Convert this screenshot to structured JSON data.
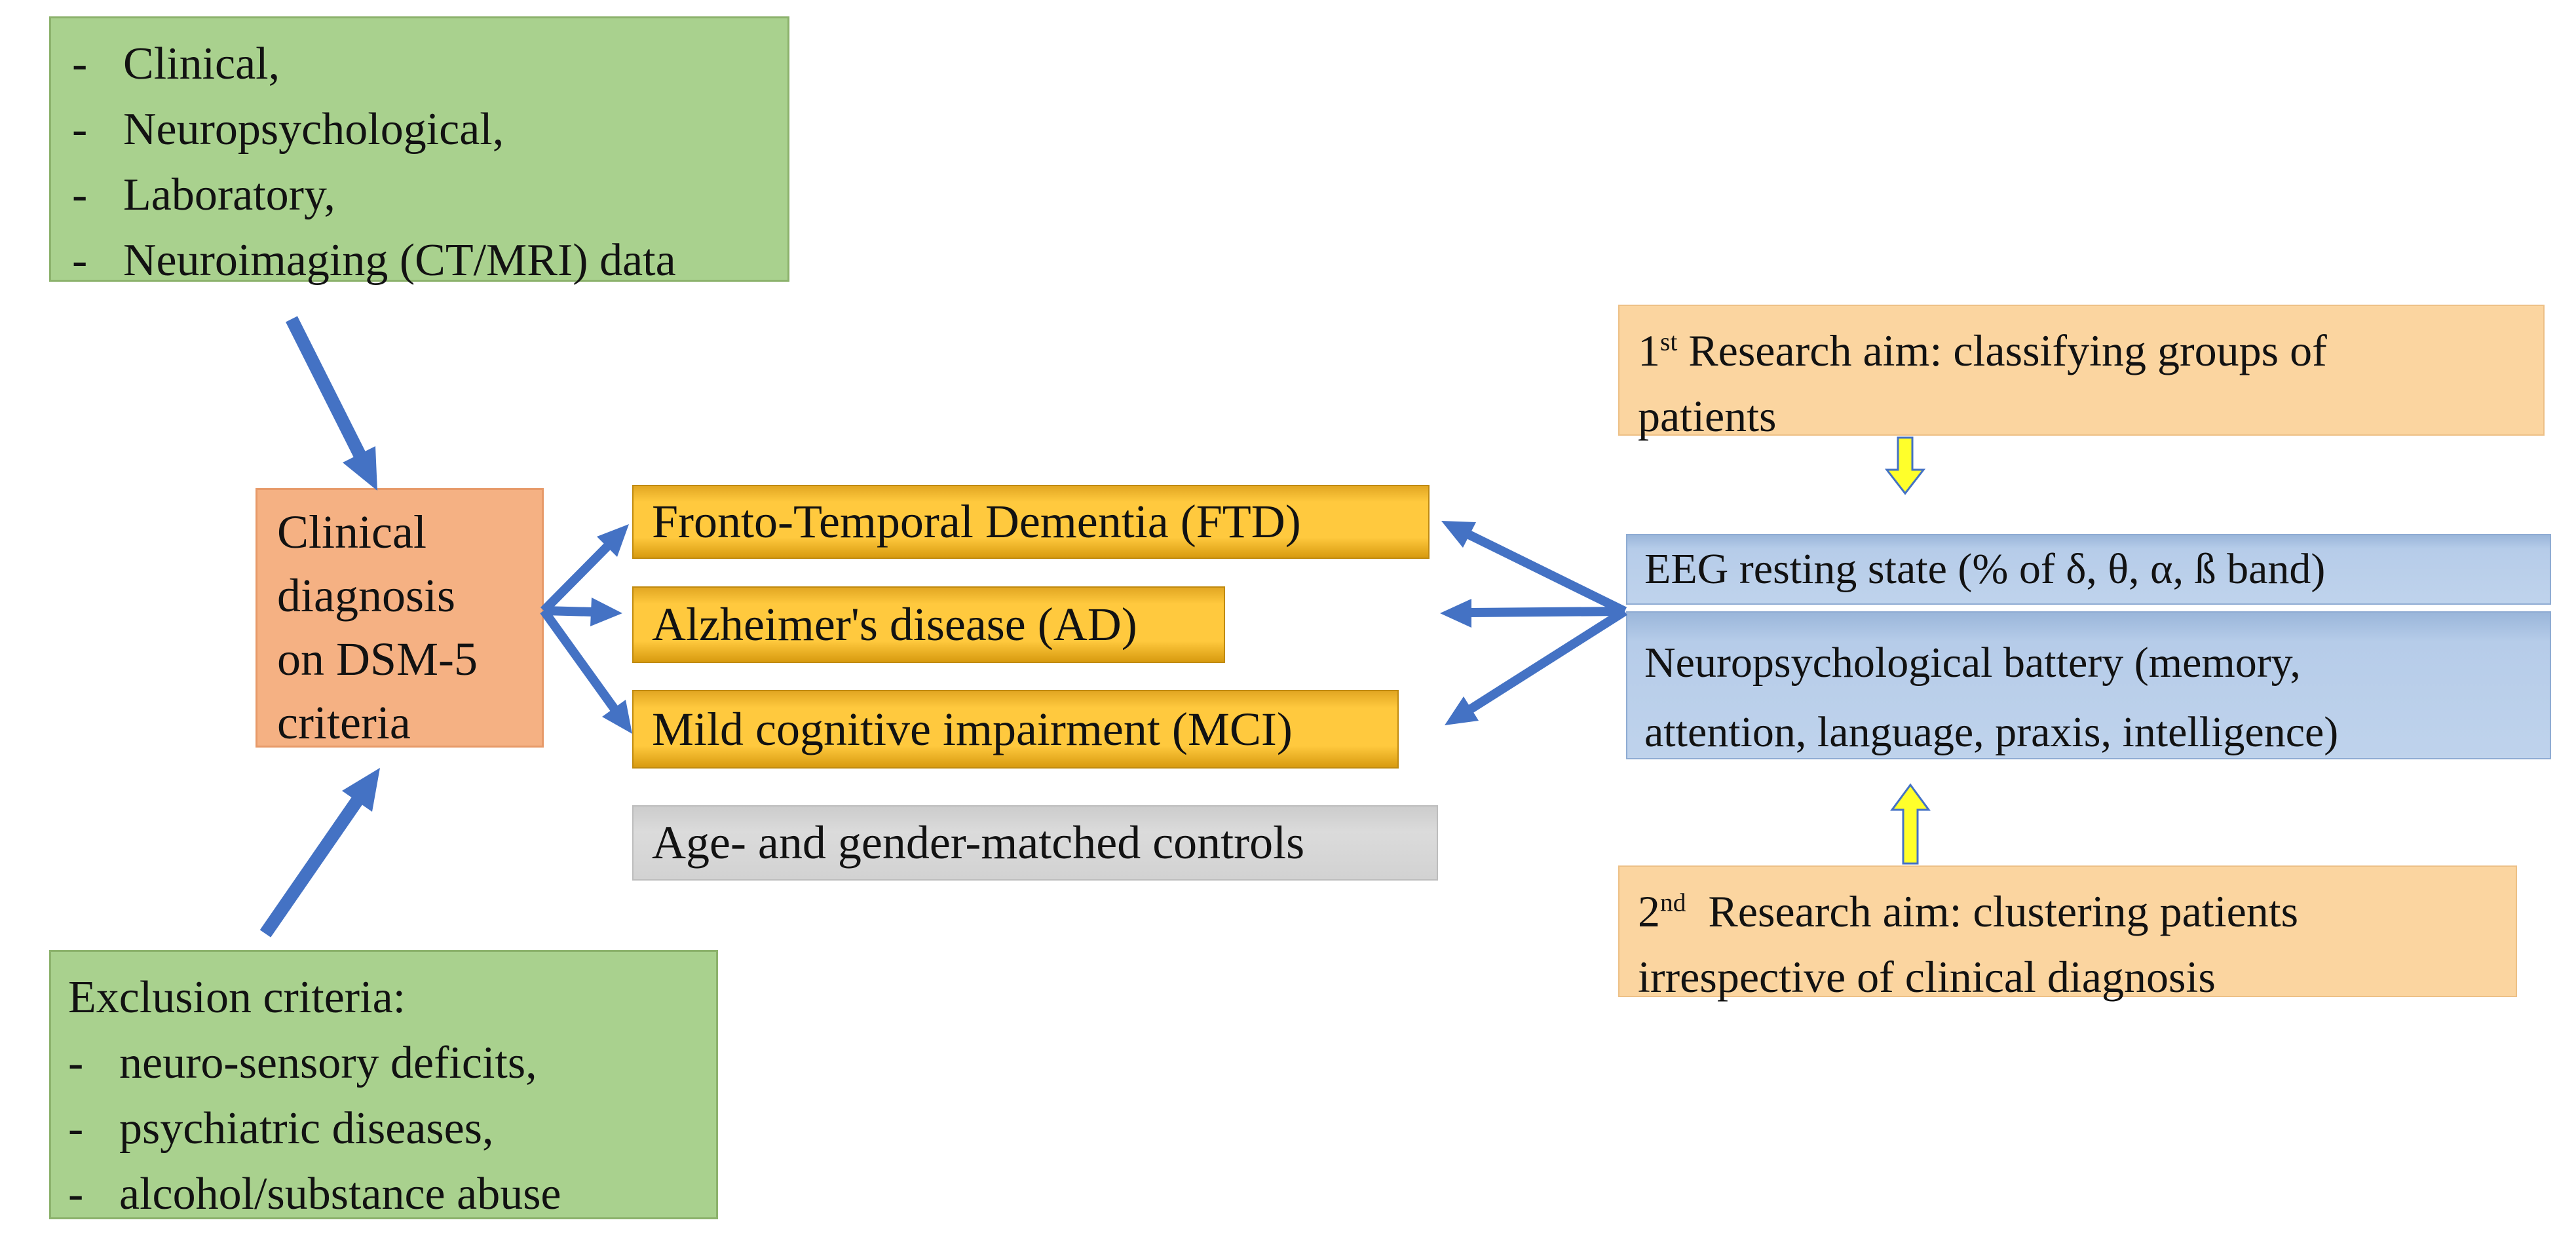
{
  "figure": {
    "description_label": "study-design-flow-diagram"
  },
  "colors": {
    "green_fill": "#A9D18E",
    "green_border": "#8CB26C",
    "salmon_fill": "#F5B183",
    "salmon_border": "#E79A69",
    "gold_fill": "#FFC93E",
    "gold_border": "#C08A10",
    "gray_fill": "#D6D6D6",
    "gray_border": "#BDBDBD",
    "tan_fill": "#FBD5A0",
    "tan_border": "#EDC086",
    "blue_fill": "#B6CCE9",
    "blue_border": "#8FACD3",
    "arrow_blue": "#4472C4",
    "arrow_yellow_fill": "#FFFF2B",
    "arrow_yellow_border": "#4472C4",
    "text": "#121212"
  },
  "boxes": {
    "inclusion": {
      "items": [
        {
          "bullet": "-",
          "text": "Clinical,"
        },
        {
          "bullet": "-",
          "text": "Neuropsychological,"
        },
        {
          "bullet": "-",
          "text": "Laboratory,"
        },
        {
          "bullet": "-",
          "text": "Neuroimaging (CT/MRI) data"
        }
      ]
    },
    "diagnosis": {
      "lines": [
        "Clinical",
        "diagnosis",
        "on DSM-5",
        "criteria"
      ]
    },
    "groups": {
      "ftd": "Fronto-Temporal Dementia (FTD)",
      "ad": "Alzheimer's disease (AD)",
      "mci": "Mild cognitive impairment (MCI)",
      "controls": "Age- and gender-matched controls"
    },
    "aim1": {
      "num": "1",
      "ord": "st",
      "rest": " Research aim: classifying groups of",
      "line2": "patients"
    },
    "eeg": {
      "text": "EEG resting state (% of δ, θ, α, ß band)"
    },
    "battery": {
      "line1": "Neuropsychological battery (memory,",
      "line2": "attention, language, praxis, intelligence)"
    },
    "aim2": {
      "num": "2",
      "ord": "nd",
      "rest": "  Research aim: clustering patients",
      "line2": "irrespective of clinical diagnosis"
    },
    "exclusion": {
      "title": "Exclusion criteria:",
      "items": [
        {
          "bullet": "-",
          "text": "neuro-sensory deficits,"
        },
        {
          "bullet": "-",
          "text": "psychiatric diseases,"
        },
        {
          "bullet": "-",
          "text": "alcohol/substance abuse"
        }
      ]
    }
  }
}
